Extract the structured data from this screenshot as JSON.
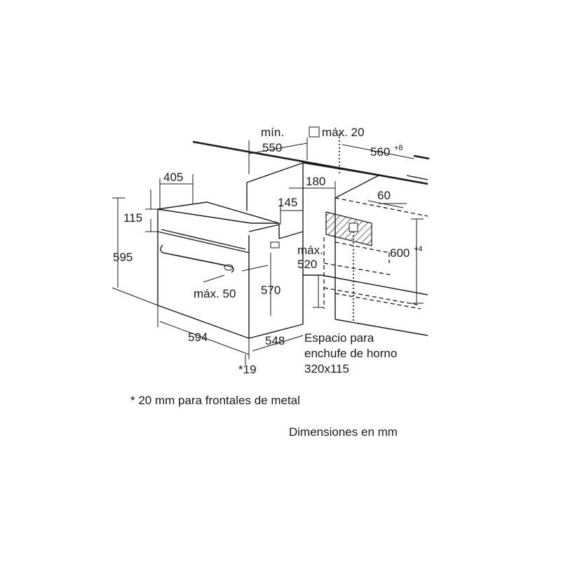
{
  "dimensions": {
    "min_label": "mín.",
    "d550": "550",
    "max20": "máx. 20",
    "d560": "560",
    "d560_tol": "+8",
    "d405": "405",
    "d180": "180",
    "d60": "60",
    "d145": "145",
    "d115": "115",
    "max_label": "máx.",
    "d520": "520",
    "d600": "600",
    "d600_tol": "+4",
    "d595": "595",
    "max50": "máx. 50",
    "d570": "570",
    "d594": "594",
    "d548": "548",
    "d19": "*19"
  },
  "socket_note": {
    "line1": "Espacio para",
    "line2": "enchufe de horno",
    "line3": "320x115"
  },
  "footnote": "* 20 mm para frontales de metal",
  "units_note": "Dimensiones en mm"
}
